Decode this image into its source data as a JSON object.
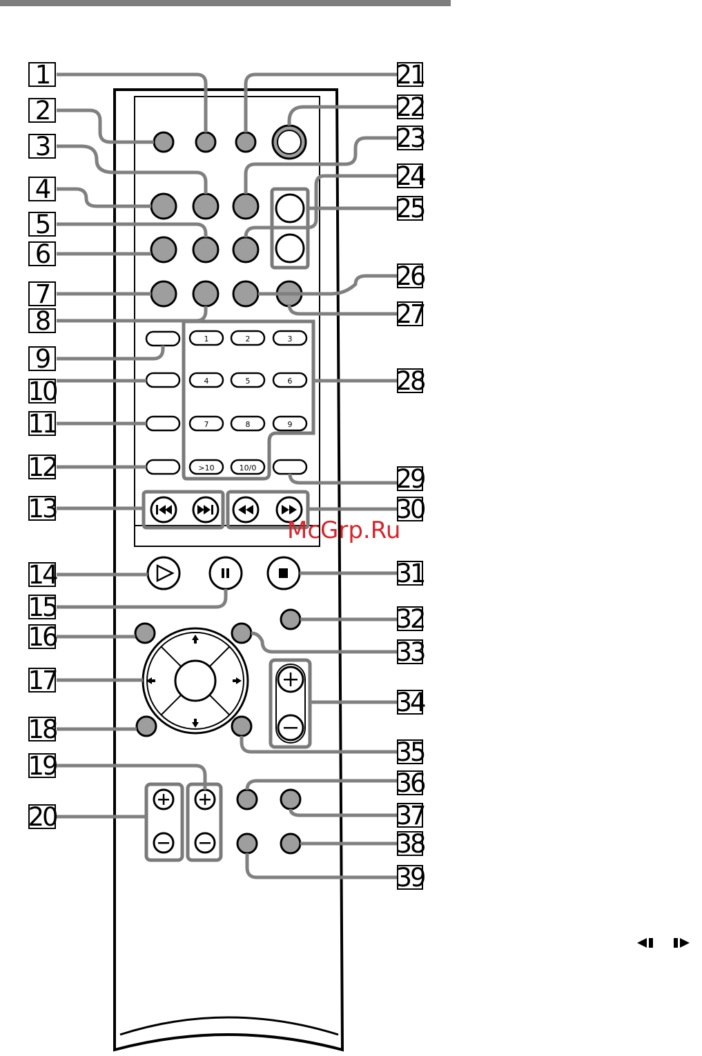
{
  "callouts": {
    "left": [
      "1",
      "2",
      "3",
      "4",
      "5",
      "6",
      "7",
      "8",
      "9",
      "10",
      "11",
      "12",
      "13",
      "14",
      "15",
      "16",
      "17",
      "18",
      "19",
      "20"
    ],
    "right": [
      "21",
      "22",
      "23",
      "24",
      "25",
      "26",
      "27",
      "28",
      "29",
      "30",
      "31",
      "32",
      "33",
      "34",
      "35",
      "36",
      "37",
      "38",
      "39"
    ]
  },
  "numeric_pad": {
    "rows": [
      [
        "1",
        "2",
        "3"
      ],
      [
        "4",
        "5",
        "6"
      ],
      [
        "7",
        "8",
        "9"
      ],
      [
        ">10",
        "10/0"
      ]
    ]
  },
  "watermark": "McGrp.Ru",
  "colors": {
    "leader": "#808080",
    "button_fill": "#9e9e9e",
    "watermark": "#d8232a"
  },
  "icons": [
    "prev-track-icon",
    "next-track-icon",
    "rewind-icon",
    "fast-forward-icon",
    "play-icon",
    "pause-icon",
    "stop-icon",
    "arrow-up-icon",
    "arrow-down-icon",
    "arrow-left-icon",
    "arrow-right-icon",
    "plus-icon",
    "minus-icon",
    "slow-left-right-icon"
  ]
}
